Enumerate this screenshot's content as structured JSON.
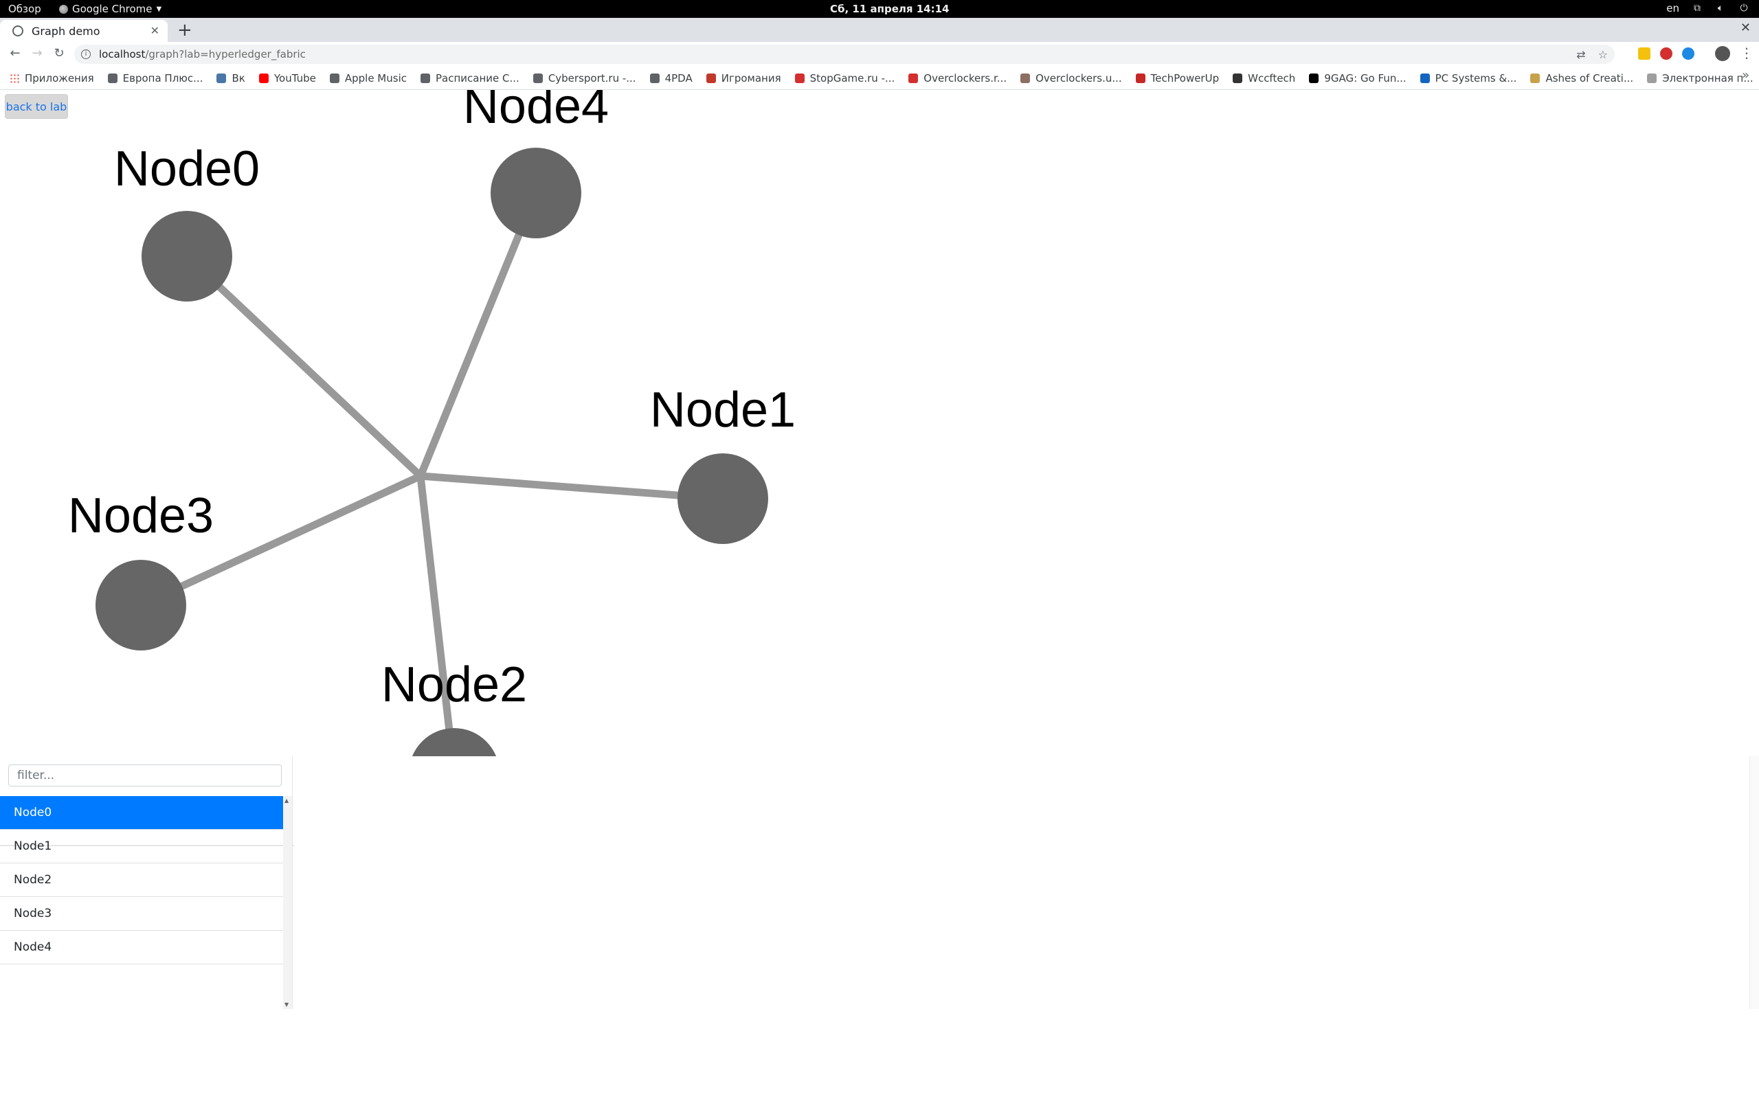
{
  "os_bar": {
    "activities": "Обзор",
    "app_name": "Google Chrome",
    "clock": "Сб, 11 апреля  14:14",
    "lang": "en"
  },
  "browser": {
    "tab_title": "Graph demo",
    "url_host": "localhost",
    "url_path": "/graph?lab=hyperledger_fabric",
    "bookmarks": [
      {
        "label": "Приложения",
        "color": "#e94235"
      },
      {
        "label": "Европа Плюс...",
        "color": "#5f6368"
      },
      {
        "label": "Вк",
        "color": "#4a76a8"
      },
      {
        "label": "YouTube",
        "color": "#ff0000"
      },
      {
        "label": "Apple Music",
        "color": "#5f6368"
      },
      {
        "label": "Расписание С...",
        "color": "#5f6368"
      },
      {
        "label": "Cybersport.ru -...",
        "color": "#5f6368"
      },
      {
        "label": "4PDA",
        "color": "#5f6368"
      },
      {
        "label": "Игромания",
        "color": "#c0392b"
      },
      {
        "label": "StopGame.ru -...",
        "color": "#d32f2f"
      },
      {
        "label": "Overclockers.r...",
        "color": "#d32f2f"
      },
      {
        "label": "Overclockers.u...",
        "color": "#8d6e63"
      },
      {
        "label": "TechPowerUp",
        "color": "#c62828"
      },
      {
        "label": "Wccftech",
        "color": "#333333"
      },
      {
        "label": "9GAG: Go Fun...",
        "color": "#000000"
      },
      {
        "label": "PC Systems &...",
        "color": "#1565c0"
      },
      {
        "label": "Ashes of Creati...",
        "color": "#c8a24a"
      },
      {
        "label": "Электронная п...",
        "color": "#9e9e9e"
      }
    ]
  },
  "page": {
    "back_label": "back to lab",
    "filter_placeholder": "filter...",
    "nodes": [
      "Node0",
      "Node1",
      "Node2",
      "Node3",
      "Node4"
    ],
    "selected_node": "Node0",
    "colors": {
      "node_fill": "#666666",
      "edge": "#999999",
      "selected": "#007bff"
    }
  }
}
